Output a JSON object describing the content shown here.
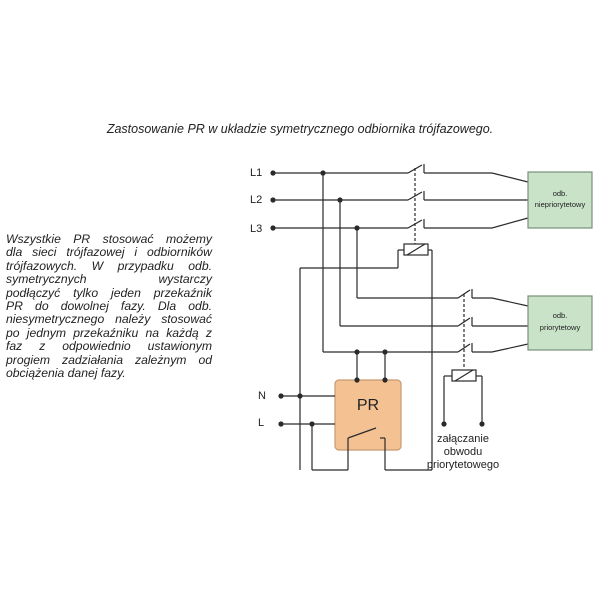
{
  "title": "Zastosowanie PR w układzie symetrycznego odbiornika trójfazowego.",
  "description_lines": [
    "Wszystkie  PR  stosować  możemy",
    "dla  sieci  trójfazowej  i  odbiorników",
    "trójfazowych.  W  przypadku  odb.",
    "symetrycznych    wystarczy",
    "podłączyć  tylko  jeden  przekaźnik",
    "PR  do  dowolnej  fazy.  Dla  odb.",
    "niesymetrycznego należy stosować",
    "po jednym przekaźniku na każdą z",
    "faz    z  odpowiednio  ustawionym",
    "progiem  zadziałania  zależnym  od",
    "obciążenia danej fazy."
  ],
  "lines": {
    "l1": "L1",
    "l2": "L2",
    "l3": "L3",
    "n": "N",
    "l": "L"
  },
  "relay_label": "PR",
  "load_nonpriority": {
    "line1": "odb.",
    "line2": "niepriorytetowy"
  },
  "load_priority": {
    "line1": "odb.",
    "line2": "priorytetowy"
  },
  "priority_circuit": {
    "line1": "załączanie",
    "line2": "obwodu",
    "line3": "priorytetowego"
  },
  "colors": {
    "wire": "#2a2a2a",
    "load_fill": "#c9e3c9",
    "relay_fill": "#f4c192"
  }
}
